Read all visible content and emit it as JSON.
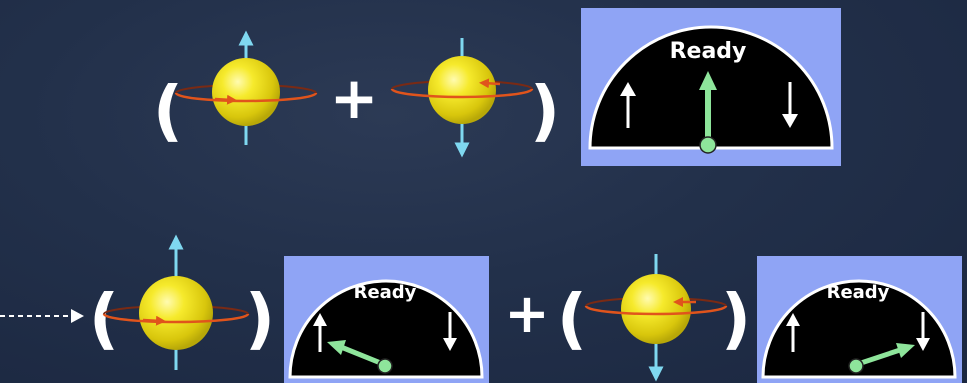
{
  "meter_label": "Ready",
  "operators": {
    "plus": "+",
    "open_paren": "(",
    "close_paren": ")"
  },
  "states": {
    "top": "superposition: spin up + spin down",
    "bottom_left": "spin up → measured up",
    "bottom_right": "spin down → measured down"
  },
  "colors": {
    "background": "#22304a",
    "sphere": "#f2e21a",
    "spin_axis": "#7fd8f0",
    "rotation_ring": "#e0541c",
    "meter_frame": "#8fa4f5",
    "meter_dial": "#000000",
    "needle": "#8ee59b",
    "arrow": "#ffffff"
  },
  "icons": [
    "spin-up-icon",
    "spin-down-icon",
    "arrow-up-icon",
    "arrow-down-icon",
    "dashed-arrow-icon"
  ],
  "meters": {
    "top": {
      "needle": "center (vertical)"
    },
    "bottom_left": {
      "needle": "toward up-arrow"
    },
    "bottom_right": {
      "needle": "toward down-arrow"
    }
  }
}
